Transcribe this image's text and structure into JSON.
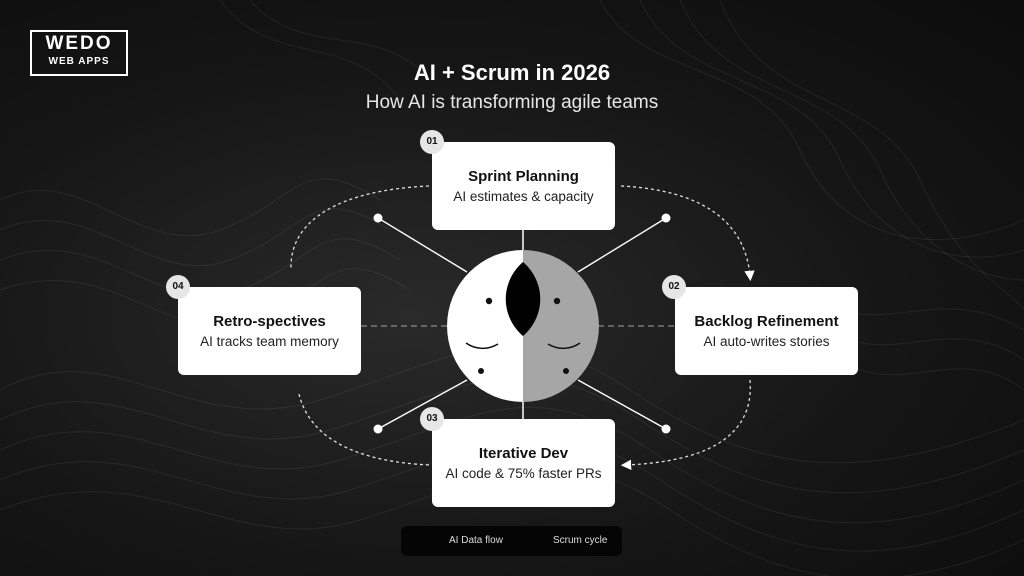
{
  "brand": {
    "logo_main": "WEDO",
    "logo_sub": "WEB APPS"
  },
  "header": {
    "title": "AI + Scrum in 2026",
    "subtitle": "How AI is transforming agile teams"
  },
  "steps": [
    {
      "number": "01",
      "title": "Sprint Planning",
      "description": "AI estimates & capacity"
    },
    {
      "number": "02",
      "title": "Backlog Refinement",
      "description": "AI auto-writes stories"
    },
    {
      "number": "03",
      "title": "Iterative Dev",
      "description": "AI code & 75% faster PRs"
    },
    {
      "number": "04",
      "title": "Retro-spectives",
      "description": "AI tracks team memory"
    }
  ],
  "legend": {
    "data_flow": "AI Data flow",
    "scrum_cycle": "Scrum cycle"
  },
  "colors": {
    "background": "#111111",
    "card": "#ffffff",
    "face_light": "#ffffff",
    "face_dark": "#a6a6a6",
    "badge": "#e6e6e6"
  }
}
